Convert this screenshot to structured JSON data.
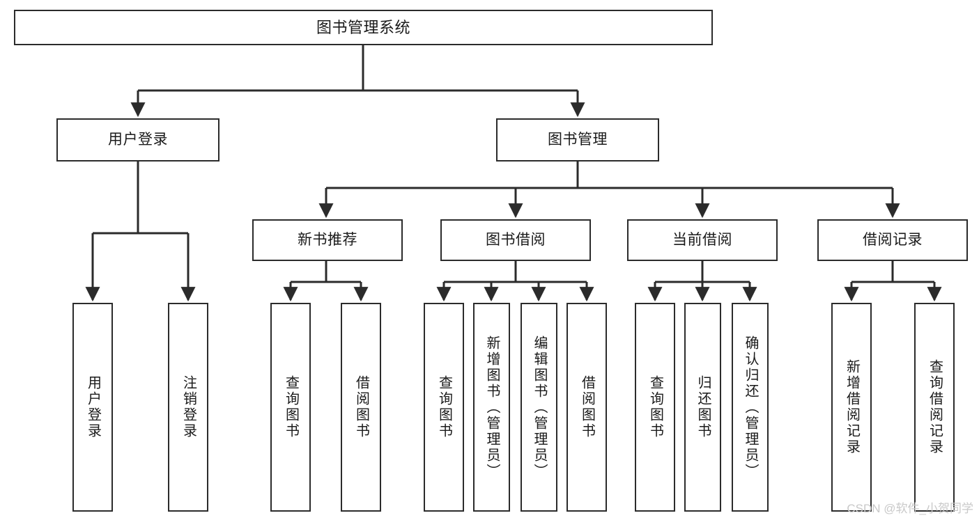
{
  "diagram": {
    "title": "图书管理系统",
    "type": "tree-hierarchy-chart",
    "watermark": "CSDN @软件_小贺同学",
    "colors": {
      "stroke": "#2b2b2b",
      "fill": "#ffffff",
      "text": "#1a1a1a",
      "watermark": "#c9c9c9"
    },
    "root": {
      "label": "图书管理系统"
    },
    "level2": [
      {
        "id": "user-login",
        "label": "用户登录"
      },
      {
        "id": "book-management",
        "label": "图书管理"
      }
    ],
    "level3": [
      {
        "id": "new-book-recommend",
        "label": "新书推荐"
      },
      {
        "id": "book-borrow",
        "label": "图书借阅"
      },
      {
        "id": "current-borrow",
        "label": "当前借阅"
      },
      {
        "id": "borrow-record",
        "label": "借阅记录"
      }
    ],
    "leaves": {
      "user_login": [
        {
          "id": "leaf-user-login",
          "label": "用户登录"
        },
        {
          "id": "leaf-logout",
          "label": "注销登录"
        }
      ],
      "new_book_recommend": [
        {
          "id": "leaf-query-book-1",
          "label": "查询图书"
        },
        {
          "id": "leaf-borrow-book-1",
          "label": "借阅图书"
        }
      ],
      "book_borrow": [
        {
          "id": "leaf-query-book-2",
          "label": "查询图书"
        },
        {
          "id": "leaf-add-book",
          "label": "新增图书（管理员）"
        },
        {
          "id": "leaf-edit-book",
          "label": "编辑图书（管理员）"
        },
        {
          "id": "leaf-borrow-book-2",
          "label": "借阅图书"
        }
      ],
      "current_borrow": [
        {
          "id": "leaf-query-book-3",
          "label": "查询图书"
        },
        {
          "id": "leaf-return-book",
          "label": "归还图书"
        },
        {
          "id": "leaf-confirm-return",
          "label": "确认归还（管理员）"
        }
      ],
      "borrow_record": [
        {
          "id": "leaf-add-record",
          "label": "新增借阅记录"
        },
        {
          "id": "leaf-query-record",
          "label": "查询借阅记录"
        }
      ]
    }
  }
}
